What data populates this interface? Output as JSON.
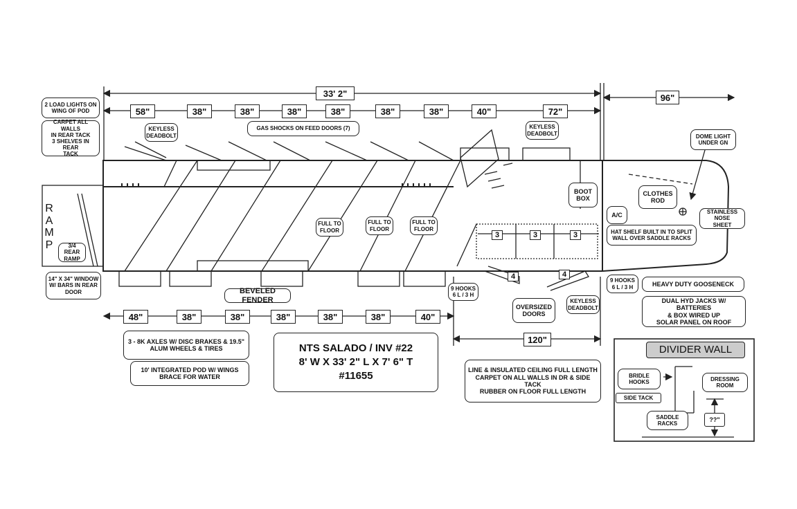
{
  "title": {
    "line1": "NTS SALADO / INV #22",
    "line2": "8' W X 33' 2\" L X 7' 6\" T",
    "line3": "#11655"
  },
  "dimensions": {
    "overall_length": "33' 2\"",
    "nose": "96\"",
    "top": [
      "58\"",
      "38\"",
      "38\"",
      "38\"",
      "38\"",
      "38\"",
      "38\"",
      "40\"",
      "72\""
    ],
    "bottom": [
      "48\"",
      "38\"",
      "38\"",
      "38\"",
      "38\"",
      "38\"",
      "40\""
    ],
    "living_quarters": "120\""
  },
  "notes": {
    "load_lights": "2 LOAD LIGHTS ON\nWING OF POD",
    "carpet_rear_tack": "CARPET ALL WALLS\nIN REAR TACK\n3 SHELVES IN REAR\nTACK",
    "keyless_deadbolt_left": "KEYLESS\nDEADBOLT",
    "gas_shocks": "GAS SHOCKS ON FEED DOORS (7)",
    "keyless_deadbolt_top_right": "KEYLESS\nDEADBOLT",
    "dome_light": "DOME LIGHT\nUNDER GN",
    "boot_box": "BOOT\nBOX",
    "clothes_rod": "CLOTHES\nROD",
    "ac": "A/C",
    "stainless_nose": "STAINLESS NOSE\nSHEET",
    "hat_shelf": "HAT SHELF BUILT IN TO SPLIT\nWALL OVER SADDLE RACKS",
    "full_to_floor": "FULL TO\nFLOOR",
    "ramp_letters": "RAMP",
    "rear_ramp": "3/4 REAR\nRAMP",
    "rear_window": "14\" X 34\" WINDOW\nW/ BARS IN REAR\nDOOR",
    "beveled_fender": "BEVELED FENDER",
    "hooks_left": "9 HOOKS\n6 L / 3 H",
    "hooks_right": "9 HOOKS\n6 L / 3 H",
    "oversized_doors": "OVERSIZED\nDOORS",
    "keyless_deadbolt_bottom": "KEYLESS\nDEADBOLT",
    "heavy_duty_gooseneck": "HEAVY DUTY GOOSENECK",
    "dual_jacks": "DUAL HYD JACKS W/ BATTERIES\n& BOX WIRED UP\nSOLAR PANEL ON ROOF",
    "axles": "3 - 8K AXLES W/ DISC BRAKES & 19.5\"\nALUM WHEELS & TIRES",
    "integrated_pod": "10' INTEGRATED POD W/ WINGS\nBRACE FOR WATER",
    "ceiling": "LINE & INSULATED CEILING FULL LENGTH\nCARPET ON ALL WALLS IN DR & SIDE TACK\nRUBBER ON FLOOR FULL LENGTH",
    "saddle_rack_num": "3",
    "door_num": "4"
  },
  "divider_wall": {
    "title": "DIVIDER WALL",
    "bridle_hooks": "BRIDLE\nHOOKS",
    "dressing_room": "DRESSING\nROOM",
    "side_tack": "SIDE TACK",
    "saddle_racks": "SADDLE\nRACKS",
    "unknown_dim": "??\""
  }
}
